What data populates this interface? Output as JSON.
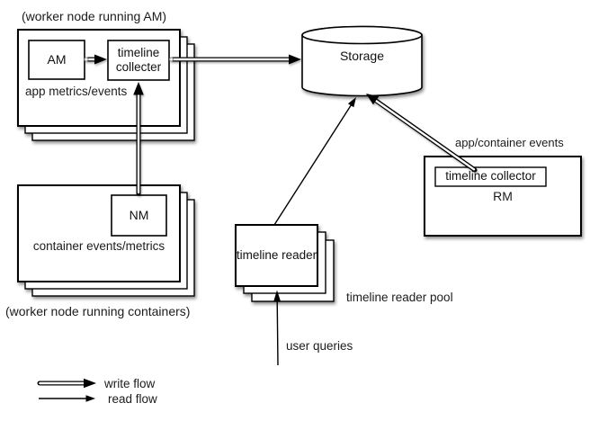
{
  "diagram": {
    "worker_am": {
      "caption": "(worker node running AM)",
      "am_label": "AM",
      "collector_label": "timeline collecter",
      "events_label": "app metrics/events"
    },
    "worker_containers": {
      "caption": "(worker node running containers)",
      "nm_label": "NM",
      "events_label": "container events/metrics"
    },
    "storage": {
      "label": "Storage"
    },
    "rm": {
      "events_label": "app/container events",
      "collector_label": "timeline collector",
      "label": "RM"
    },
    "reader": {
      "box_label": "timeline reader",
      "pool_label": "timeline reader pool",
      "queries_label": "user queries"
    },
    "legend": {
      "write_label": "write flow",
      "read_label": "read flow"
    },
    "colors": {
      "stroke": "#000000",
      "text": "#1c1c1c",
      "background": "#ffffff"
    }
  }
}
